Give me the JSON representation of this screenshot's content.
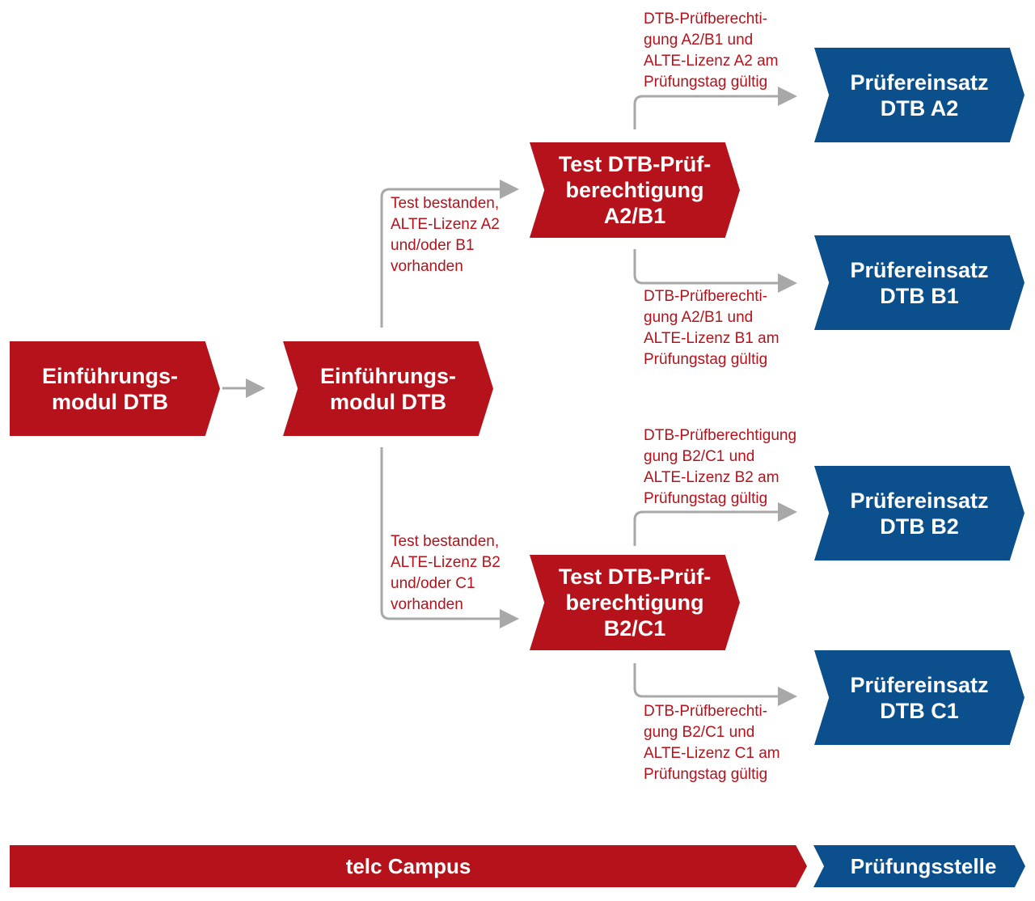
{
  "colors": {
    "red": "#b5121b",
    "blue": "#0b4f8c",
    "connector": "#a8a8a8"
  },
  "nodes": {
    "intro_1": "Einführungs-\nmodul DTB",
    "intro_2": "Einführungs-\nmodul DTB",
    "test_a2b1": "Test DTB-Prüf-\nberechtigung\nA2/B1",
    "test_b2c1": "Test DTB-Prüf-\nberechtigung\nB2/C1",
    "einsatz_a2": "Prüfereinsatz\nDTB A2",
    "einsatz_b1": "Prüfereinsatz\nDTB B1",
    "einsatz_b2": "Prüfereinsatz\nDTB B2",
    "einsatz_c1": "Prüfereinsatz\nDTB C1"
  },
  "conditions": {
    "to_test_a2b1": "Test bestanden,\nALTE-Lizenz A2\nund/oder B1\nvorhanden",
    "to_test_b2c1": "Test bestanden,\nALTE-Lizenz B2\nund/oder C1\nvorhanden",
    "to_a2": "DTB-Prüfberechti-\ngung A2/B1 und\nALTE-Lizenz A2 am\nPrüfungstag gültig",
    "to_b1": "DTB-Prüfberechti-\ngung A2/B1 und\nALTE-Lizenz B1 am\nPrüfungstag gültig",
    "to_b2": "DTB-Prüfberechtigung\ngung B2/C1 und\nALTE-Lizenz B2 am\nPrüfungstag gültig",
    "to_c1": "DTB-Prüfberechti-\ngung B2/C1 und\nALTE-Lizenz C1 am\nPrüfungstag gültig"
  },
  "footer": {
    "campus": "telc Campus",
    "pruefungsstelle": "Prüfungsstelle"
  }
}
